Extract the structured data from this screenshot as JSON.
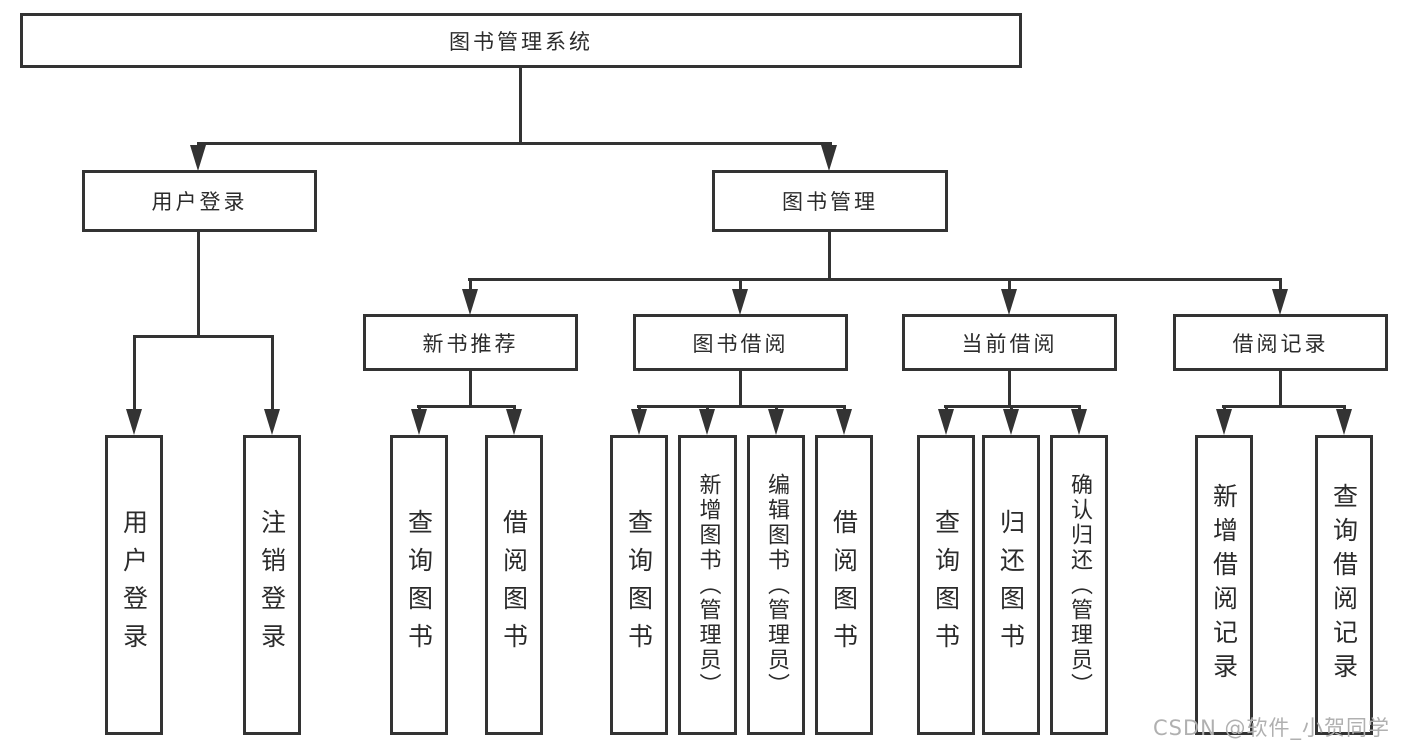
{
  "tree": {
    "root": "图书管理系统",
    "branches": [
      {
        "label": "用户登录",
        "children": [
          "用户登录",
          "注销登录"
        ]
      },
      {
        "label": "图书管理",
        "children": [
          {
            "label": "新书推荐",
            "children": [
              "查询图书",
              "借阅图书"
            ]
          },
          {
            "label": "图书借阅",
            "children": [
              "查询图书",
              "新增图书（管理员）",
              "编辑图书（管理员）",
              "借阅图书"
            ]
          },
          {
            "label": "当前借阅",
            "children": [
              "查询图书",
              "归还图书",
              "确认归还（管理员）"
            ]
          },
          {
            "label": "借阅记录",
            "children": [
              "新增借阅记录",
              "查询借阅记录"
            ]
          }
        ]
      }
    ]
  },
  "watermark": {
    "text": "CSDN @软件_小贺同学"
  },
  "colors": {
    "line": "#333333",
    "text": "#2b2b2b",
    "box_fill": "#ffffff",
    "watermark": "#b0b0b0"
  }
}
